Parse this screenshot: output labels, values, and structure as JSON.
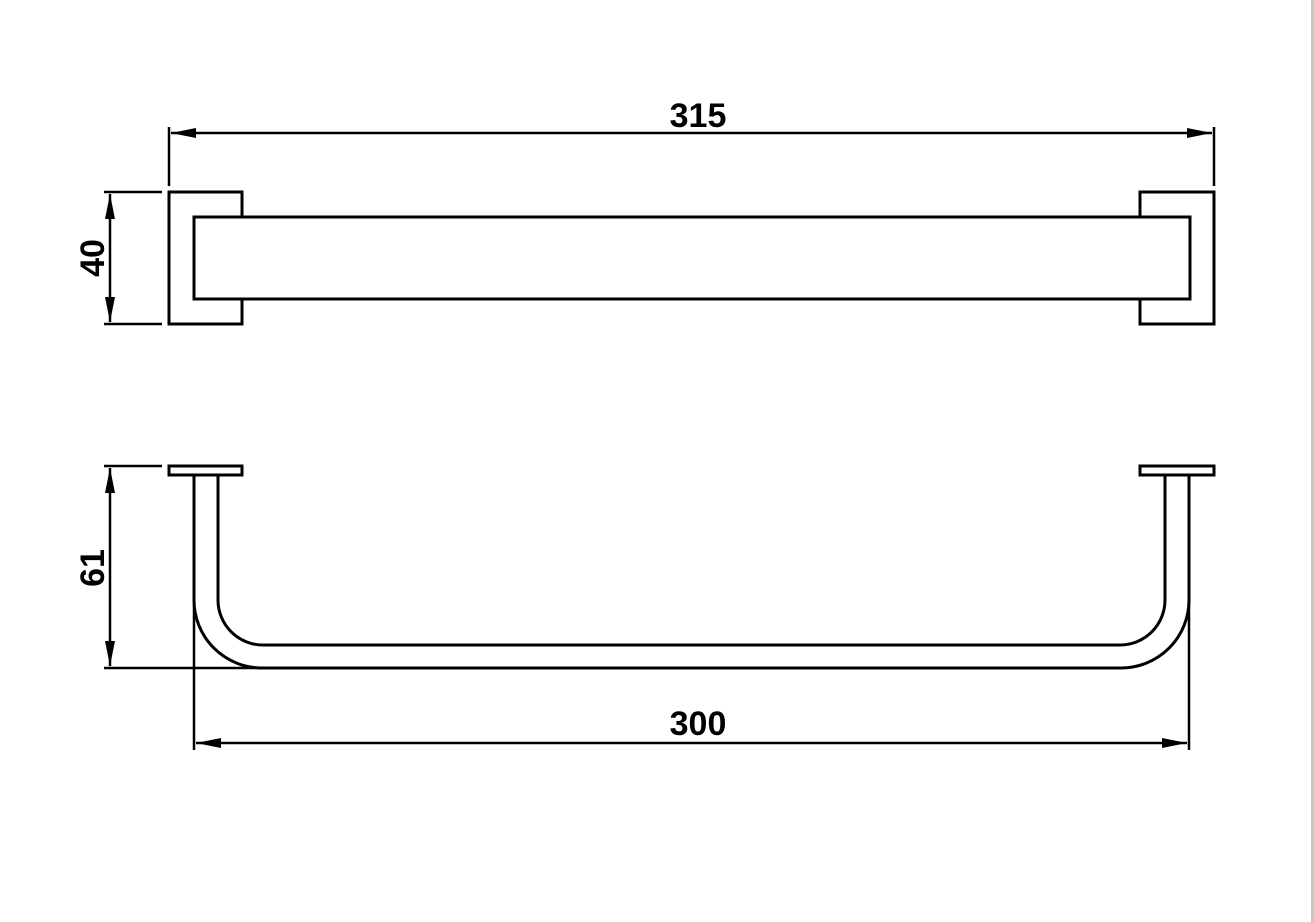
{
  "drawing": {
    "top_view": {
      "length_dimension": "315",
      "depth_dimension": "40"
    },
    "side_view": {
      "projection_dimension": "61",
      "length_dimension": "300"
    }
  }
}
